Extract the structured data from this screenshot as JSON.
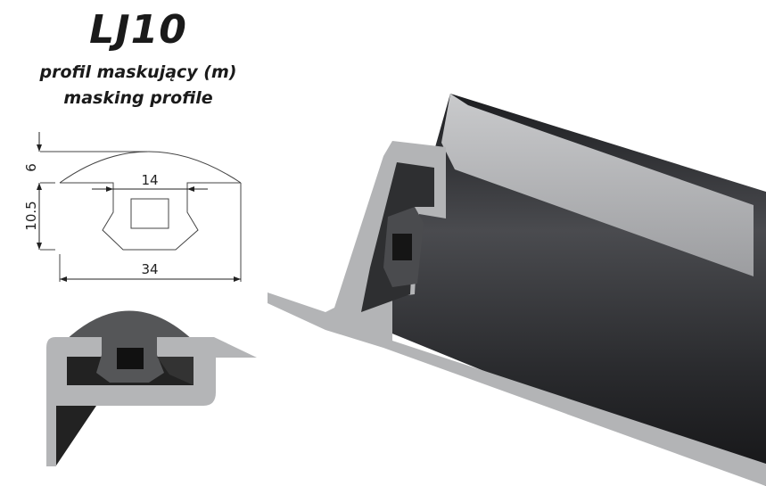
{
  "title": "LJ10",
  "subtitle_pl": "profil maskujący (m)",
  "subtitle_en": "masking profile",
  "dimensions": {
    "height_top": "6",
    "height_base": "10.5",
    "inner_width": "14",
    "total_width": "34"
  },
  "colors": {
    "rubber": "#2b2b2b",
    "aluminium": "#b4b5b7",
    "line": "#444444"
  }
}
